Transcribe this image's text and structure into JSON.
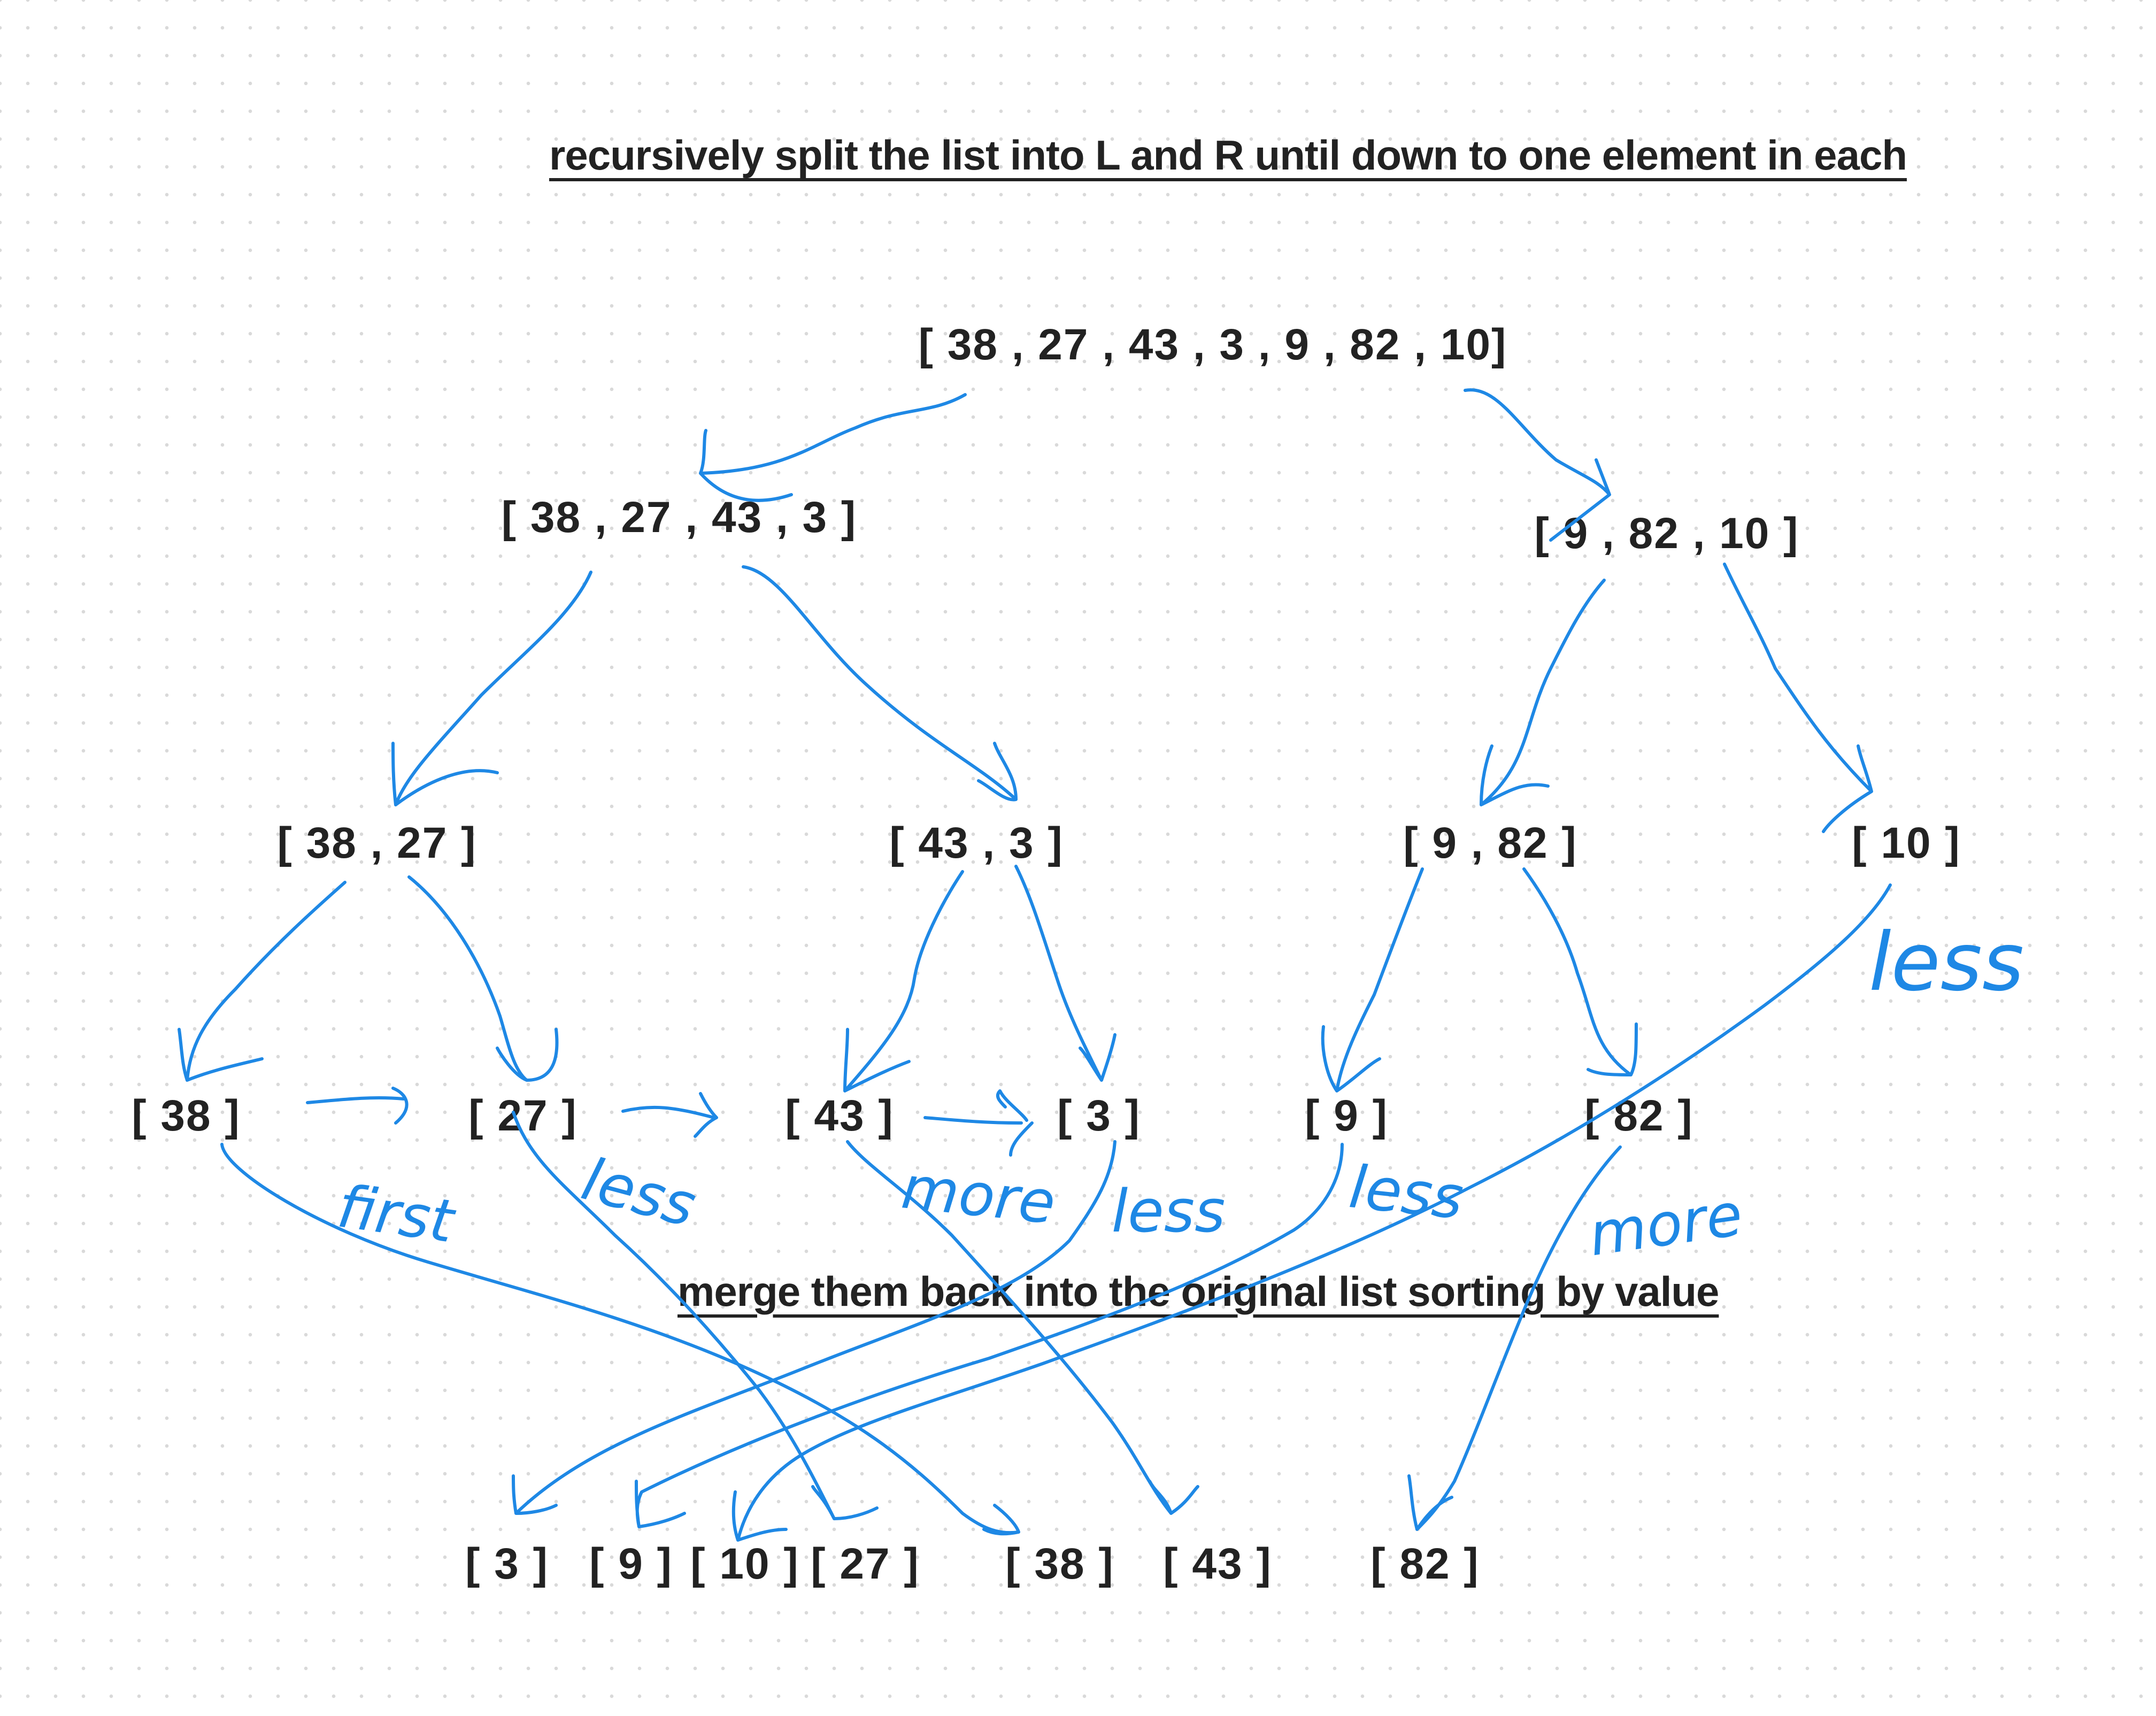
{
  "headings": {
    "split": "recursively  split the list into L and R until down to one element in each",
    "merge": "merge them back into the original list sorting by value"
  },
  "nodes": {
    "root": "[ 38 , 27 , 43 , 3 , 9 , 82 , 10]",
    "left_half": "[ 38 , 27 , 43 , 3 ]",
    "right_half": "[ 9 , 82 , 10 ]",
    "l1": "[ 38 , 27 ]",
    "l2": "[ 43 , 3 ]",
    "r1": "[ 9 , 82 ]",
    "r2": "[ 10 ]",
    "s38": "[ 38 ]",
    "s27": "[ 27 ]",
    "s43": "[ 43 ]",
    "s3": "[ 3 ]",
    "s9": "[ 9  ]",
    "s82": "[ 82 ]",
    "m3": "[ 3 ]",
    "m9": "[ 9  ]",
    "m10": "[ 10 ]",
    "m27": "[ 27 ]",
    "m38": "[ 38 ]",
    "m43": "[ 43 ]",
    "m82": "[ 82 ]"
  },
  "annotations": {
    "first": "first",
    "less_1": "less",
    "more_1": "more",
    "less_2": "less",
    "less_3": "less",
    "more_2": "more",
    "less_4": "less"
  },
  "colors": {
    "ink": "#1e88e5",
    "text": "#222222",
    "dots": "#d9d9d9"
  }
}
